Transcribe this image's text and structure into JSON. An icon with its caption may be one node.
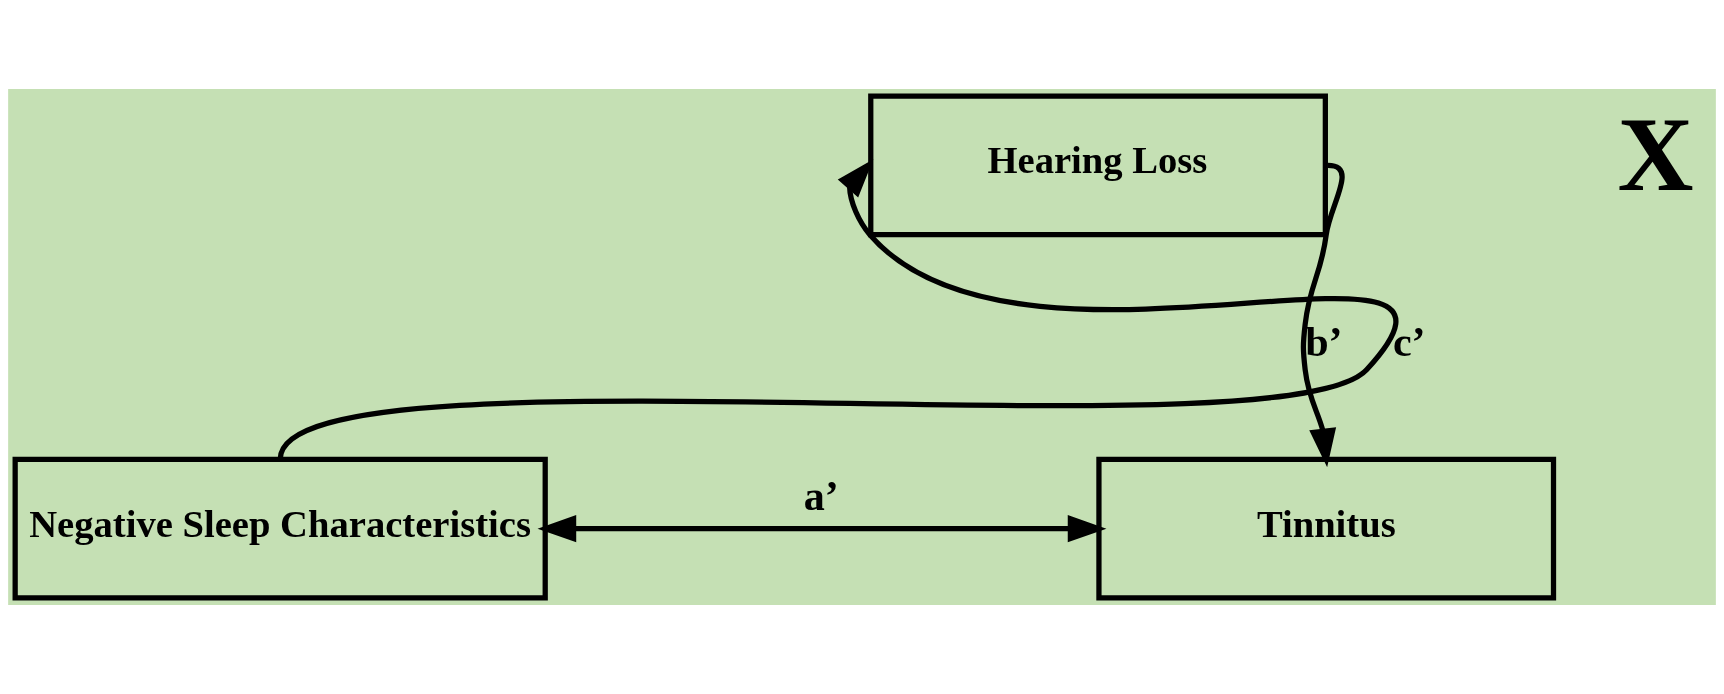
{
  "diagram": {
    "nodes": [
      {
        "text": [
          "Hearing Loss"
        ]
      },
      {
        "text": [
          "Negative Sleep Characteristics"
        ]
      },
      {
        "text": [
          "Tinnitus"
        ]
      }
    ],
    "edges": [
      {
        "from": 1,
        "to": 0,
        "arrow": "to",
        "label": "c’"
      },
      {
        "from": 0,
        "to": 2,
        "arrow": "to",
        "label": "b’"
      },
      {
        "from": 1,
        "to": 2,
        "arrow": "both",
        "label": "a’"
      }
    ],
    "labels": [
      "X"
    ]
  }
}
